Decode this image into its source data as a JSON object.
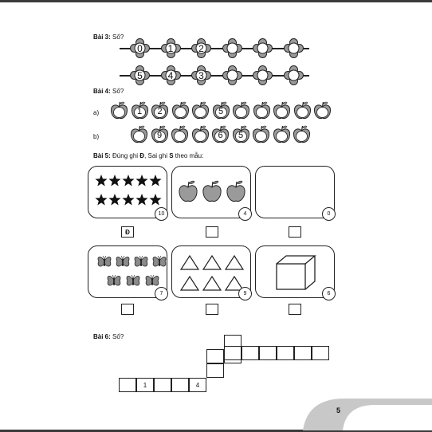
{
  "ex3": {
    "label": "Bài 3:",
    "prompt": "Số?",
    "row1": [
      "0",
      "1",
      "2",
      "",
      "",
      ""
    ],
    "row2": [
      "5",
      "4",
      "3",
      "",
      "",
      ""
    ]
  },
  "ex4": {
    "label": "Bài 4:",
    "prompt": "Số?",
    "row_a_label": "a)",
    "row_b_label": "b)",
    "row_a": [
      "",
      "1",
      "2",
      "",
      "",
      "5",
      "",
      "",
      "",
      "",
      ""
    ],
    "row_b": [
      "",
      "9",
      "",
      "",
      "6",
      "5",
      "",
      "",
      ""
    ]
  },
  "ex5": {
    "label": "Bài 5:",
    "prompt_before_d": "Đúng ghi ",
    "d": "Đ",
    "prompt_middle": ", Sai ghi ",
    "s": "S",
    "prompt_after": " theo mẫu:",
    "cards": [
      {
        "content": "star-icon",
        "count": "10",
        "answer": "Đ"
      },
      {
        "content": "apple-icon",
        "count": "4",
        "answer": ""
      },
      {
        "content": "empty",
        "count": "0",
        "answer": ""
      },
      {
        "content": "butterfly-icon",
        "count": "7",
        "answer": ""
      },
      {
        "content": "triangle-icon",
        "count": "9",
        "answer": ""
      },
      {
        "content": "cube-icon",
        "count": "6",
        "answer": ""
      }
    ]
  },
  "ex6": {
    "label": "Bài 6:",
    "prompt": "Số?",
    "bottom_row": [
      "",
      "1",
      "",
      "",
      "4"
    ],
    "steps": [
      "",
      "",
      "",
      ""
    ],
    "top_row": [
      "",
      "",
      "",
      "",
      "",
      ""
    ]
  },
  "page_number": "5",
  "colors": {
    "ink": "#222222",
    "shape_fill": "#9a9a9a",
    "corner_shade": "#c8c8c8"
  }
}
